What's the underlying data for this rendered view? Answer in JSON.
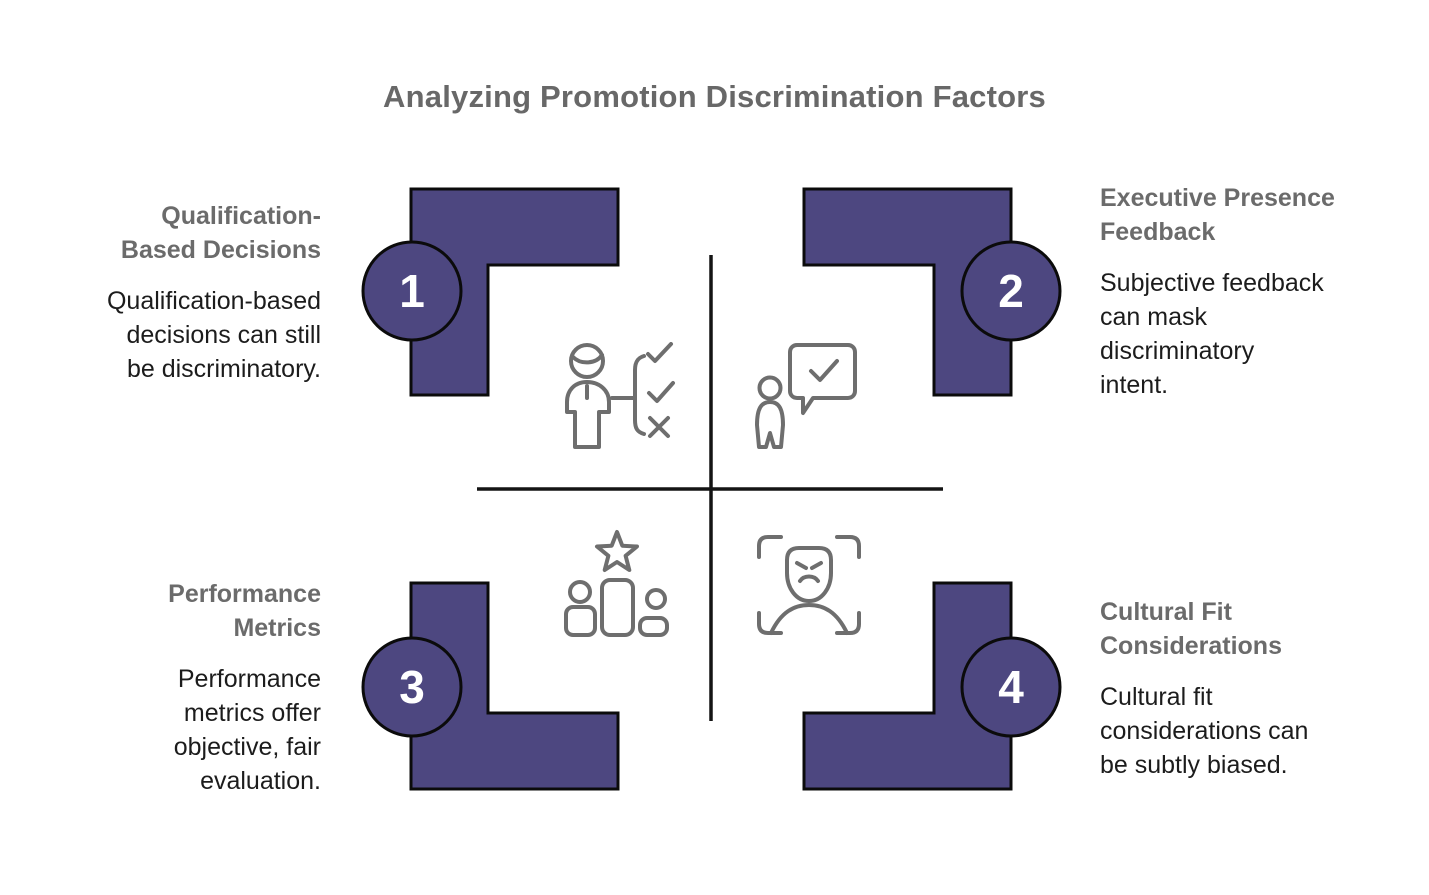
{
  "title": "Analyzing Promotion Discrimination Factors",
  "colors": {
    "accent_purple": "#4D4780",
    "heading_grey": "#6B6B6B",
    "body_text": "#1C1C1C",
    "icon_grey": "#6E6E6E",
    "divider_black": "#141414"
  },
  "quadrants": [
    {
      "number": "1",
      "heading": "Qualification-Based Decisions",
      "heading_lines": [
        "Qualification-",
        "Based Decisions"
      ],
      "body": "Qualification-based decisions can still be discriminatory.",
      "body_lines": [
        "Qualification-based",
        "decisions can still",
        "be discriminatory."
      ],
      "icon": "person-checklist-icon"
    },
    {
      "number": "2",
      "heading": "Executive Presence Feedback",
      "heading_lines": [
        "Executive Presence",
        "Feedback"
      ],
      "body": "Subjective feedback can mask discriminatory intent.",
      "body_lines": [
        "Subjective feedback",
        "can mask",
        "discriminatory",
        "intent."
      ],
      "icon": "speech-bubble-check-icon"
    },
    {
      "number": "3",
      "heading": "Performance Metrics",
      "heading_lines": [
        "Performance",
        "Metrics"
      ],
      "body": "Performance metrics offer objective, fair evaluation.",
      "body_lines": [
        "Performance",
        "metrics offer",
        "objective, fair",
        "evaluation."
      ],
      "icon": "ranking-star-icon"
    },
    {
      "number": "4",
      "heading": "Cultural Fit Considerations",
      "heading_lines": [
        "Cultural Fit",
        "Considerations"
      ],
      "body": "Cultural fit considerations can be subtly biased.",
      "body_lines": [
        "Cultural fit",
        "considerations can",
        "be subtly biased."
      ],
      "icon": "face-scan-icon"
    }
  ]
}
